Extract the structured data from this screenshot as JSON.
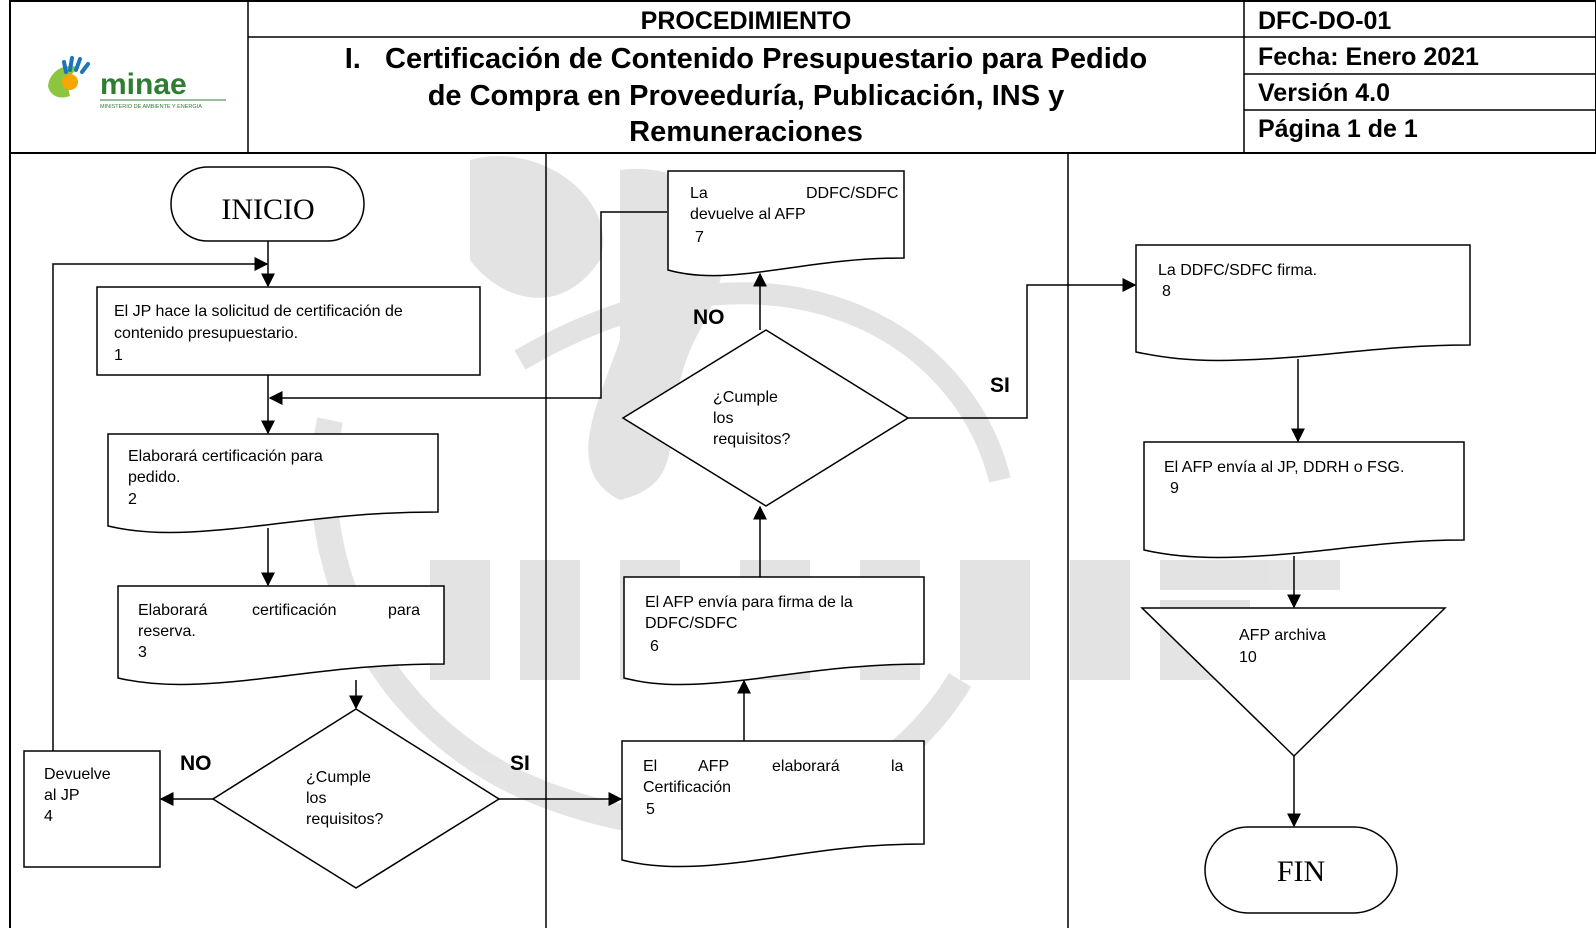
{
  "header": {
    "logo_text": "minae",
    "logo_subtitle": "MINISTERIO DE AMBIENTE Y ENERGIA",
    "procedure_label": "PROCEDIMIENTO",
    "title_line1": "I.   Certificación de Contenido Presupuestario para Pedido",
    "title_line2": "de Compra en Proveeduría, Publicación, INS y",
    "title_line3": "Remuneraciones",
    "code": "DFC-DO-01",
    "date": "Fecha: Enero 2021",
    "version": "Versión 4.0",
    "page": "Página 1 de 1"
  },
  "watermark": {
    "text": "minae"
  },
  "flow": {
    "start": "INICIO",
    "end": "FIN",
    "step1": {
      "line1": "El JP hace la solicitud de certificación de",
      "line2": "contenido presupuestario.",
      "num": "1"
    },
    "step2": {
      "line1": "Elaborará certificación para",
      "line2": "pedido.",
      "num": "2"
    },
    "step3": {
      "line1a": "Elaborará",
      "line1b": "certificación",
      "line1c": "para",
      "line2": "reserva.",
      "num": "3"
    },
    "step4": {
      "line1": "Devuelve",
      "line2": "al JP",
      "num": "4"
    },
    "step5": {
      "line1a": "El",
      "line1b": "AFP",
      "line1c": "elaborará",
      "line1d": "la",
      "line2": "Certificación",
      "num": "5"
    },
    "step6": {
      "line1": "El AFP envía para firma de la",
      "line2": "DDFC/SDFC",
      "num": "6"
    },
    "step7": {
      "line1a": "La",
      "line1b": "DDFC/SDFC",
      "line2": "devuelve al AFP",
      "num": "7"
    },
    "step8": {
      "line1": "La DDFC/SDFC firma.",
      "num": "8"
    },
    "step9": {
      "line1": "El AFP envía al JP, DDRH o FSG.",
      "num": "9"
    },
    "step10": {
      "line1": "AFP archiva",
      "num": "10"
    },
    "decision1": {
      "line1": "¿Cumple",
      "line2": "los",
      "line3": "requisitos?"
    },
    "decision2": {
      "line1": "¿Cumple",
      "line2": "los",
      "line3": "requisitos?"
    },
    "labels": {
      "no_1": "NO",
      "si_1": "SI",
      "no_2": "NO",
      "si_2": "SI"
    }
  }
}
